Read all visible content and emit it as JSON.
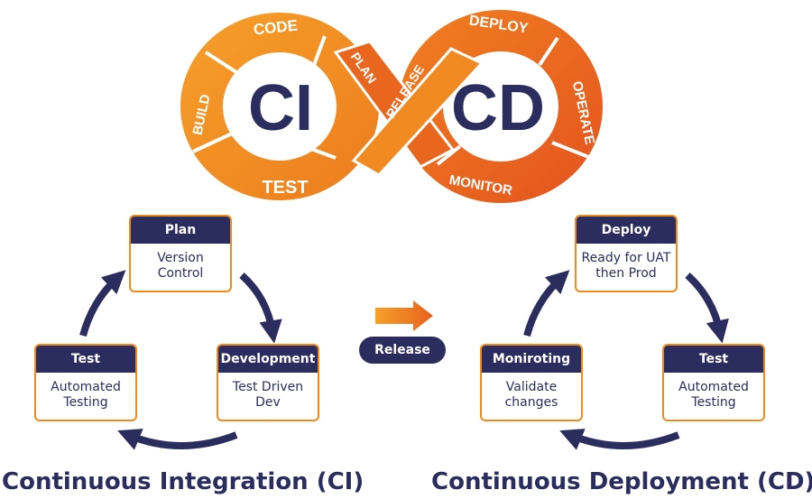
{
  "logo": {
    "ci": "CI",
    "cd": "CD",
    "ci_stages": [
      "CODE",
      "BUILD",
      "TEST",
      "PLAN"
    ],
    "cd_stages": [
      "DEPLOY",
      "OPERATE",
      "MONITOR",
      "RELEASE"
    ]
  },
  "ci_section": {
    "title": "Continuous Integration (CI)",
    "cards": [
      {
        "header": "Plan",
        "body": [
          "Version",
          "Control"
        ]
      },
      {
        "header": "Development",
        "body": [
          "Test Driven",
          "Dev"
        ]
      },
      {
        "header": "Test",
        "body": [
          "Automated",
          "Testing"
        ]
      }
    ]
  },
  "transition": {
    "label": "Release"
  },
  "cd_section": {
    "title": "Continuous Deployment (CD)",
    "cards": [
      {
        "header": "Deploy",
        "body": [
          "Ready for UAT",
          "then Prod"
        ]
      },
      {
        "header": "Test",
        "body": [
          "Automated",
          "Testing"
        ]
      },
      {
        "header": "Moniroting",
        "body": [
          "Validate",
          "changes"
        ]
      }
    ]
  },
  "colors": {
    "navy": "#2b2d5e",
    "orange": "#f08a1c",
    "orange_dark": "#e86a1e",
    "white": "#ffffff"
  }
}
